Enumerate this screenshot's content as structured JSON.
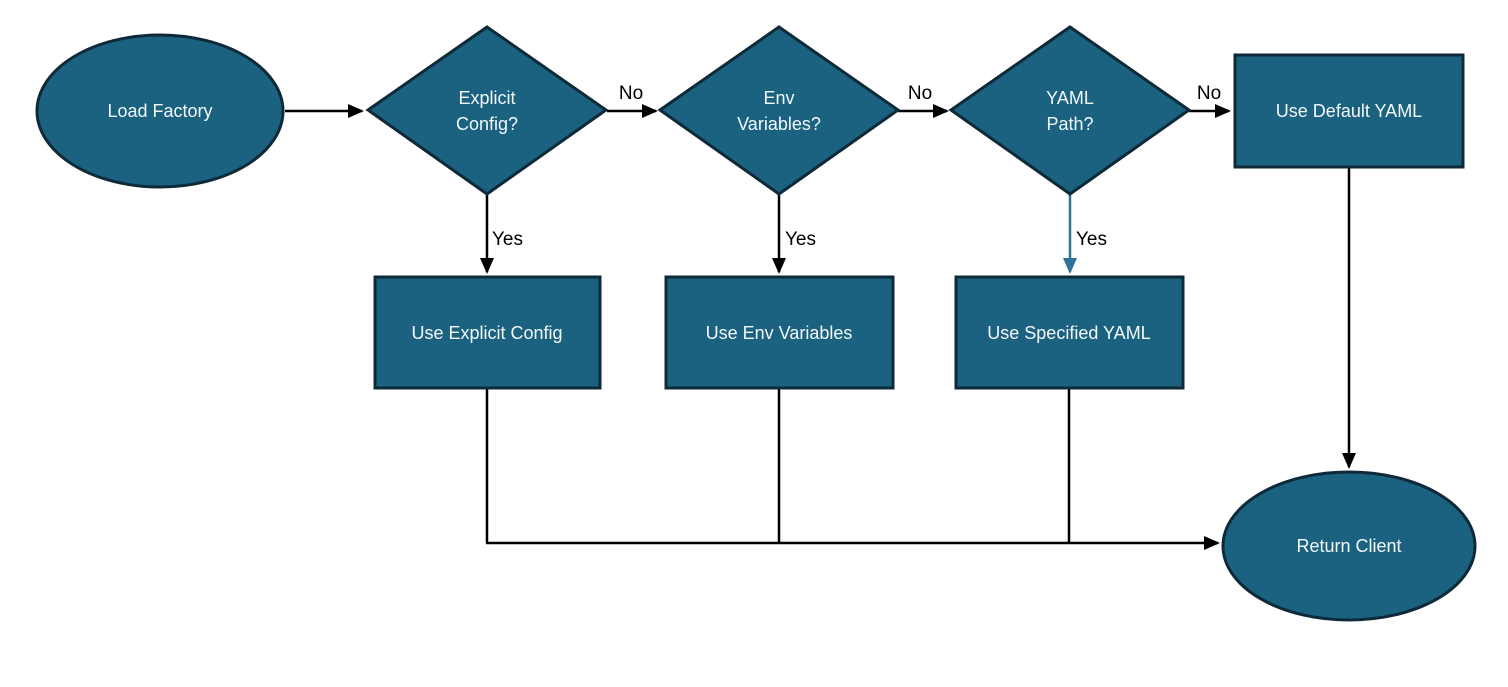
{
  "diagram": {
    "type": "flowchart",
    "colors": {
      "node_fill": "#1A6280",
      "node_border": "#0E2A38",
      "node_text": "#F5F8FA",
      "connector": "#000000",
      "accent_connector": "#2E7296",
      "edge_label_text": "#000000",
      "background": "#FFFFFF"
    },
    "nodes": {
      "load_factory": {
        "type": "terminator-ellipse",
        "label": "Load Factory"
      },
      "explicit_config": {
        "type": "decision-diamond",
        "line1": "Explicit",
        "line2": "Config?"
      },
      "env_variables": {
        "type": "decision-diamond",
        "line1": "Env",
        "line2": "Variables?"
      },
      "yaml_path": {
        "type": "decision-diamond",
        "line1": "YAML",
        "line2": "Path?"
      },
      "use_default_yaml": {
        "type": "process-rect",
        "label": "Use Default YAML"
      },
      "use_explicit_config": {
        "type": "process-rect",
        "label": "Use Explicit Config"
      },
      "use_env_variables": {
        "type": "process-rect",
        "label": "Use Env Variables"
      },
      "use_specified_yaml": {
        "type": "process-rect",
        "label": "Use Specified YAML"
      },
      "return_client": {
        "type": "terminator-ellipse",
        "label": "Return Client"
      }
    },
    "edges": [
      {
        "from": "load_factory",
        "to": "explicit_config",
        "label": ""
      },
      {
        "from": "explicit_config",
        "to": "env_variables",
        "label": "No"
      },
      {
        "from": "env_variables",
        "to": "yaml_path",
        "label": "No"
      },
      {
        "from": "yaml_path",
        "to": "use_default_yaml",
        "label": "No"
      },
      {
        "from": "explicit_config",
        "to": "use_explicit_config",
        "label": "Yes"
      },
      {
        "from": "env_variables",
        "to": "use_env_variables",
        "label": "Yes"
      },
      {
        "from": "yaml_path",
        "to": "use_specified_yaml",
        "label": "Yes",
        "accent": true
      },
      {
        "from": "use_explicit_config",
        "to": "return_client",
        "label": ""
      },
      {
        "from": "use_env_variables",
        "to": "return_client",
        "label": ""
      },
      {
        "from": "use_specified_yaml",
        "to": "return_client",
        "label": ""
      },
      {
        "from": "use_default_yaml",
        "to": "return_client",
        "label": ""
      }
    ]
  }
}
